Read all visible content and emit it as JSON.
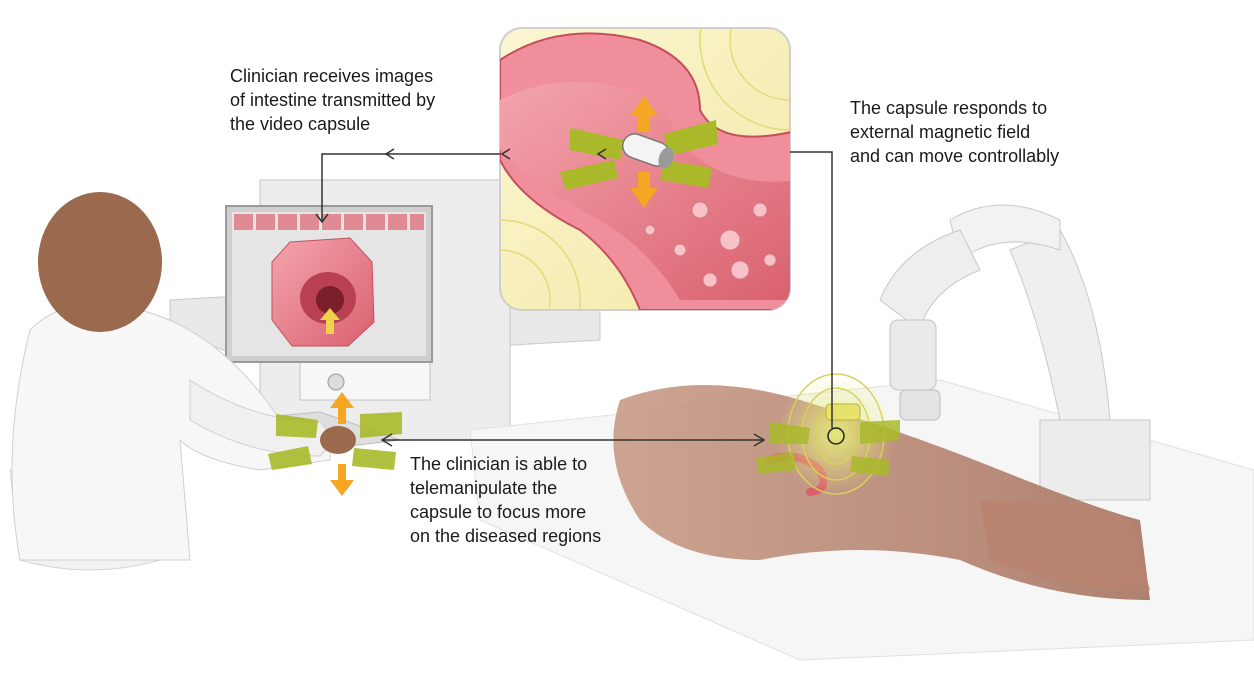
{
  "annotations": {
    "clinician_receives": [
      "Clinician receives images",
      "of intestine transmitted by",
      "the video capsule"
    ],
    "capsule_responds": [
      "The capsule responds to",
      "external magnetic field",
      "and can move controllably"
    ],
    "telemanipulate": [
      "The clinician is able to",
      "telemanipulate the",
      "capsule to focus more",
      "on the diseased regions"
    ]
  },
  "colors": {
    "arrow_orange": "#f5a623",
    "arrow_green": "#a9b92a",
    "tissue_pink": "#e9838d",
    "skin": "#b5806b",
    "monitor_gray": "#d8d8d8",
    "robot_white": "#ececec"
  },
  "icons": {
    "capsule": "capsule-camera-icon",
    "move_arrows": "four-way-move-arrows-icon",
    "field": "magnetic-field-icon"
  }
}
